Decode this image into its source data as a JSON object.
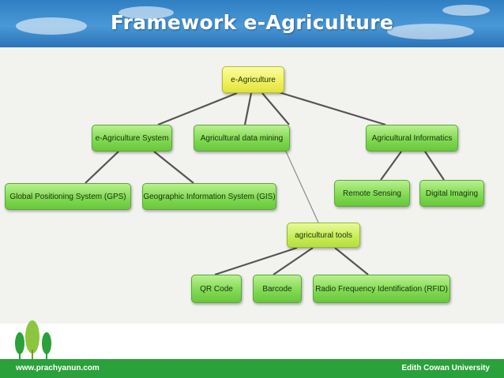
{
  "slide": {
    "title": "Framework e-Agriculture",
    "footer_left": "www.prachyanun.com",
    "footer_right": "Edith Cowan University"
  },
  "diagram": {
    "nodes": {
      "root": "e-Agriculture",
      "system": "e-Agriculture System",
      "datamining": "Agricultural data mining",
      "informatics": "Agricultural Informatics",
      "gps": "Global Positioning System (GPS)",
      "gis": "Geographic Information System (GIS)",
      "remote": "Remote Sensing",
      "imaging": "Digital Imaging",
      "tools": "agricultural tools",
      "qr": "QR Code",
      "barcode": "Barcode",
      "rfid": "Radio Frequency Identification (RFID)"
    }
  },
  "colors": {
    "header": "#3a8ad0",
    "footer": "#2aa13a",
    "node_green": "#7ed94f",
    "node_root": "#eef05d",
    "edge": "#555555"
  }
}
